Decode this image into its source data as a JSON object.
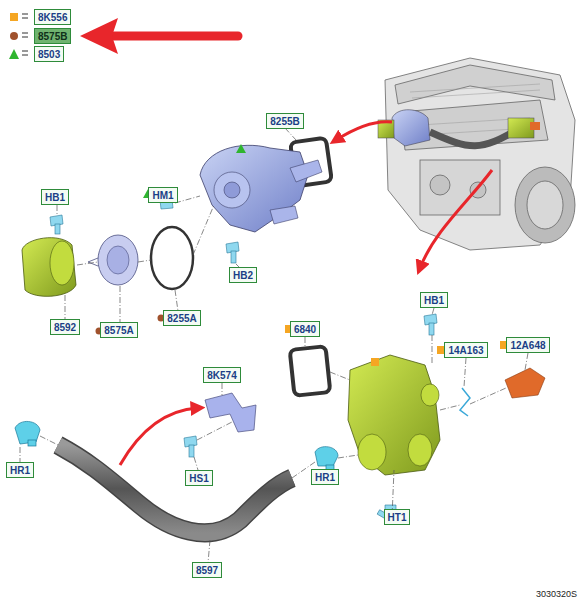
{
  "diagram": {
    "nodes": [
      {
        "text": [
          "8255B"
        ]
      },
      {
        "text": [
          "HM1"
        ]
      },
      {
        "text": [
          "HB1"
        ]
      },
      {
        "text": [
          "HB2"
        ]
      },
      {
        "text": [
          "8592"
        ]
      },
      {
        "text": [
          "8575A"
        ]
      },
      {
        "text": [
          "8255A"
        ]
      },
      {
        "text": [
          "HB1"
        ]
      },
      {
        "text": [
          "6840"
        ]
      },
      {
        "text": [
          "14A163"
        ]
      },
      {
        "text": [
          "12A648"
        ]
      },
      {
        "text": [
          "8K574"
        ]
      },
      {
        "text": [
          "HS1"
        ]
      },
      {
        "text": [
          "HR1"
        ]
      },
      {
        "text": [
          "HR1"
        ]
      },
      {
        "text": [
          "HT1"
        ]
      },
      {
        "text": [
          "8597"
        ]
      }
    ],
    "labels": [
      "3030320S"
    ],
    "legend": [
      {
        "text": "8K556",
        "color": "#f5a623"
      },
      {
        "text": "8575B",
        "color": "#a0522d"
      },
      {
        "text": "8503",
        "color": "#2fb52f"
      }
    ]
  }
}
